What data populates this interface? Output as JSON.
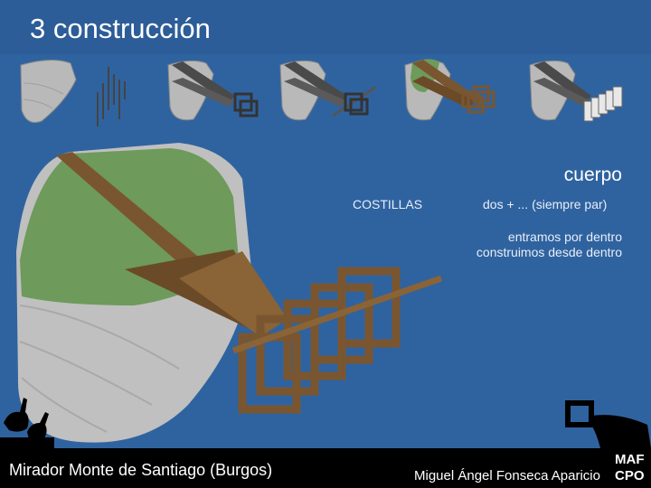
{
  "header": {
    "title": "3 construcción"
  },
  "panel": {
    "heading": "cuerpo",
    "col_left": "COSTILLAS",
    "col_right": "dos + ... (siempre par)",
    "notes": [
      "entramos por dentro",
      "construimos desde dentro"
    ]
  },
  "footer": {
    "place": "Mirador Monte de Santiago (Burgos)",
    "author": "Miguel Ángel Fonseca Aparicio",
    "brand_line1": "MAF",
    "brand_line2": "CPO"
  },
  "colors": {
    "background": "#2f63a0",
    "rock": "#bfbfbf",
    "grass": "#6e9a5b",
    "wood": "#7a5630",
    "text": "#ffffff"
  }
}
